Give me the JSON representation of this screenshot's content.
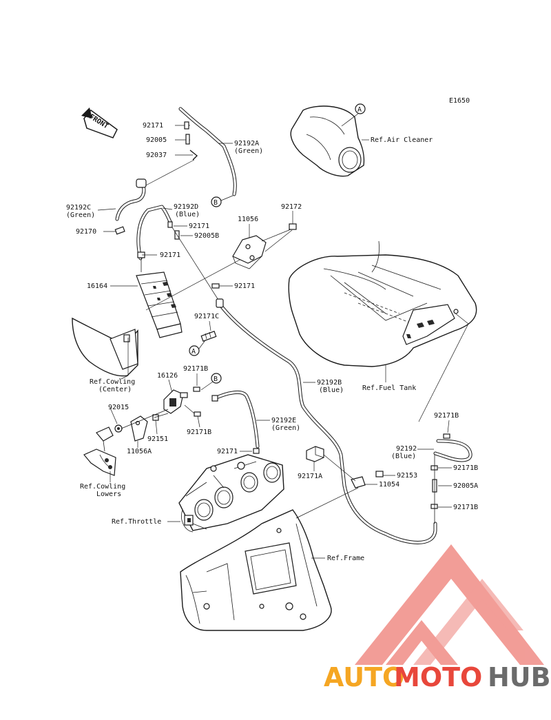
{
  "diagram": {
    "code": "E1650",
    "front_label": "FRONT",
    "callout_A": "A",
    "callout_B": "B",
    "refs": {
      "air_cleaner": "Ref.Air Cleaner",
      "fuel_tank": "Ref.Fuel Tank",
      "cowling_center_1": "Ref.Cowling",
      "cowling_center_2": "(Center)",
      "cowling_lowers_1": "Ref.Cowling",
      "cowling_lowers_2": "Lowers",
      "throttle": "Ref.Throttle",
      "frame": "Ref.Frame"
    },
    "parts": {
      "p92171_top": "92171",
      "p92005": "92005",
      "p92037": "92037",
      "p92192A": "92192A",
      "p92192A_c": "(Green)",
      "p92192C": "92192C",
      "p92192C_c": "(Green)",
      "p92192D": "92192D",
      "p92192D_c": "(Blue)",
      "p92171_b": "92171",
      "p92005B": "92005B",
      "p92170": "92170",
      "p92171_c": "92171",
      "p92171_d": "92171",
      "p11056": "11056",
      "p92172": "92172",
      "p16164": "16164",
      "p92171C": "92171C",
      "p92171B_1": "92171B",
      "p16126": "16126",
      "p92192B": "92192B",
      "p92192B_c": "(Blue)",
      "p92015": "92015",
      "p92171B_2": "92171B",
      "p92192E": "92192E",
      "p92192E_c": "(Green)",
      "p92151": "92151",
      "p11056A": "11056A",
      "p92171_e": "92171",
      "p92171A": "92171A",
      "p92153": "92153",
      "p11054": "11054",
      "p92171B_3": "92171B",
      "p92192": "92192",
      "p92192_c": "(Blue)",
      "p92171B_4": "92171B",
      "p92005A": "92005A",
      "p92171B_5": "92171B"
    }
  },
  "watermark": {
    "brand_1": "AUTO",
    "brand_2": "MOTO",
    "brand_3": "HUB",
    "color_orange": "#f5a623",
    "color_red": "#e8473b",
    "color_gray": "#6b6b6b",
    "color_logo": "#f08c86"
  }
}
